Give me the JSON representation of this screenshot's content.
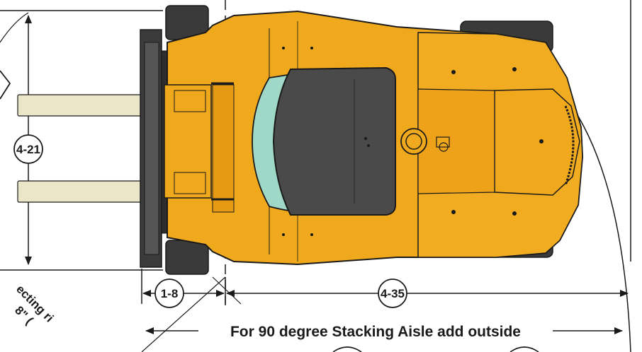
{
  "dimensions": {
    "overall_width": "4-21",
    "front_overhang": "1-8",
    "turning_radius": "4-35"
  },
  "aisle_note": "For 90 degree Stacking Aisle add outside",
  "arc_note_fragment": "ecting ri",
  "arc_note_fragment2": "8\" (",
  "colors": {
    "body": "#f0a81c",
    "body_dark": "#d98f0d",
    "tire": "#3a3a3a",
    "overhead_guard": "#4a4a4a",
    "windshield": "#9fd8c6",
    "forks": "#ece6c8",
    "mast": "#3b3b3b",
    "line": "#1a1a1a"
  }
}
